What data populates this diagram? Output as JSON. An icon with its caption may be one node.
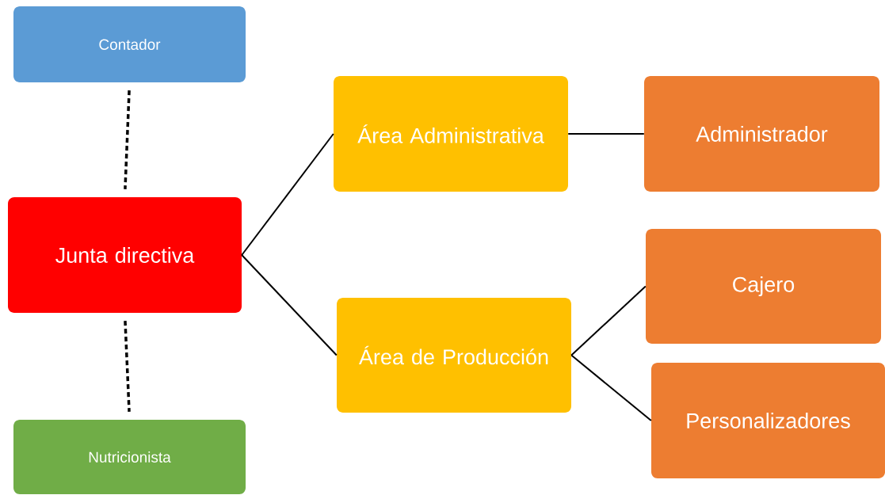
{
  "diagram": {
    "nodes": [
      {
        "text": [
          "Contador"
        ]
      },
      {
        "text": [
          "Junta directiva"
        ]
      },
      {
        "text": [
          "Nutricionista"
        ]
      },
      {
        "text": [
          "Área Administrativa"
        ]
      },
      {
        "text": [
          "Administrador"
        ]
      },
      {
        "text": [
          "Área de Producción"
        ]
      },
      {
        "text": [
          "Cajero"
        ]
      },
      {
        "text": [
          "Personalizadores"
        ]
      }
    ],
    "edges": [
      {
        "from": 0,
        "to": 1,
        "arrow": "none",
        "style": "dashed"
      },
      {
        "from": 1,
        "to": 2,
        "arrow": "none",
        "style": "dashed"
      },
      {
        "from": 1,
        "to": 3,
        "arrow": "none"
      },
      {
        "from": 1,
        "to": 5,
        "arrow": "none"
      },
      {
        "from": 3,
        "to": 4,
        "arrow": "none"
      },
      {
        "from": 5,
        "to": 6,
        "arrow": "none"
      },
      {
        "from": 5,
        "to": 7,
        "arrow": "none"
      }
    ]
  }
}
